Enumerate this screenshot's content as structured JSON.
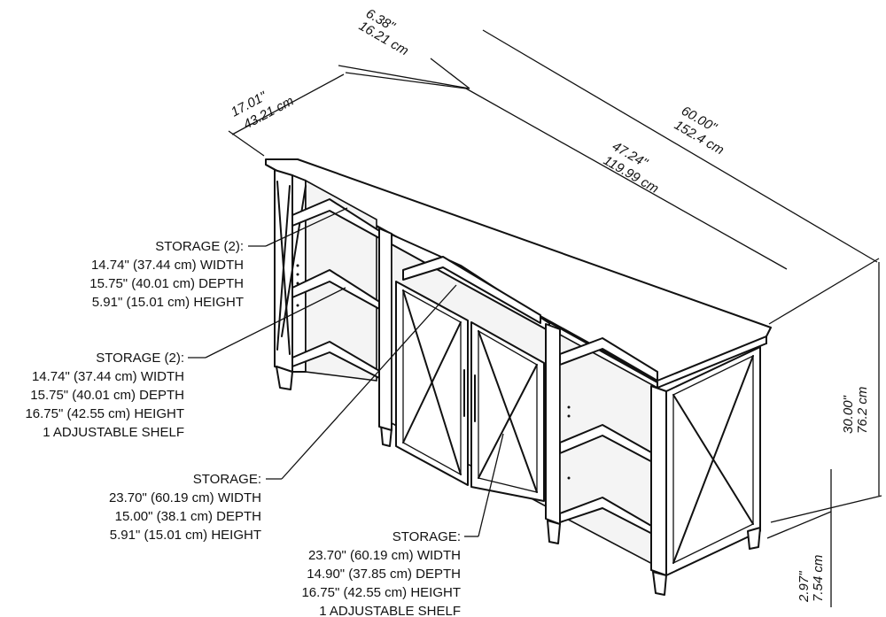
{
  "dimensions": {
    "depth_outer_in": "17.01\"",
    "depth_outer_cm": "43.21 cm",
    "offset_in": "6.38\"",
    "offset_cm": "16.21 cm",
    "width_total_in": "60.00\"",
    "width_total_cm": "152.4 cm",
    "width_center_in": "47.24\"",
    "width_center_cm": "119.99 cm",
    "height_in": "30.00\"",
    "height_cm": "76.2 cm",
    "leg_in": "2.97\"",
    "leg_cm": "7.54 cm"
  },
  "callouts": [
    {
      "lines": [
        "STORAGE (2):",
        "14.74\" (37.44 cm) WIDTH",
        "15.75\" (40.01 cm) DEPTH",
        "5.91\" (15.01 cm) HEIGHT"
      ]
    },
    {
      "lines": [
        "STORAGE (2):",
        "14.74\" (37.44 cm) WIDTH",
        "15.75\" (40.01 cm) DEPTH",
        "16.75\" (42.55 cm) HEIGHT",
        "1 ADJUSTABLE SHELF"
      ]
    },
    {
      "lines": [
        "STORAGE:",
        "23.70\" (60.19 cm) WIDTH",
        "15.00\" (38.1 cm) DEPTH",
        "5.91\" (15.01 cm) HEIGHT"
      ]
    },
    {
      "lines": [
        "STORAGE:",
        "23.70\" (60.19 cm) WIDTH",
        "14.90\" (37.85 cm) DEPTH",
        "16.75\" (42.55 cm) HEIGHT",
        "1 ADJUSTABLE SHELF"
      ]
    }
  ]
}
